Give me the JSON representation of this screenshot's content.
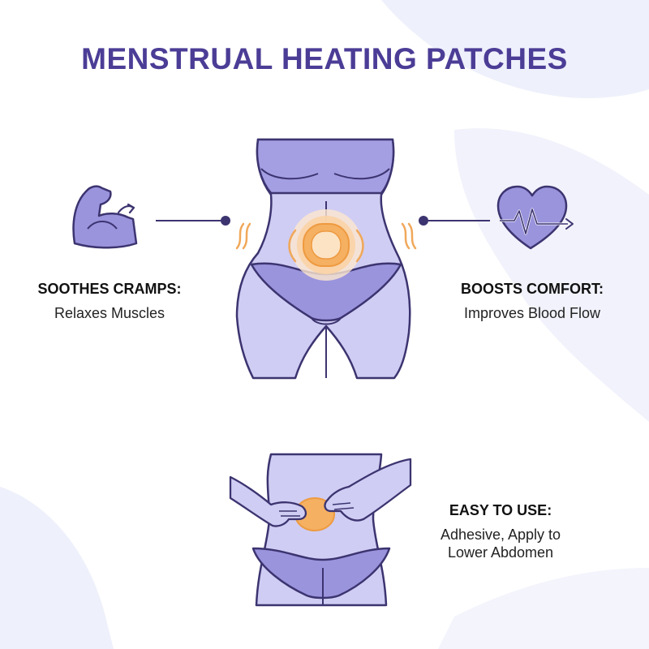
{
  "title": "MENSTRUAL HEATING PATCHES",
  "features": {
    "left": {
      "heading": "SOOTHES CRAMPS:",
      "desc": "Relaxes Muscles",
      "icon": "flexed-arm-icon"
    },
    "right": {
      "heading": "BOOSTS COMFORT:",
      "desc": "Improves Blood Flow",
      "icon": "heart-pulse-icon"
    },
    "bottom": {
      "heading": "EASY TO USE:",
      "desc_line1": "Adhesive, Apply to",
      "desc_line2": "Lower Abdomen"
    }
  },
  "colors": {
    "title": "#4b3d96",
    "body_fill": "#cfcdf3",
    "body_stroke": "#3c3470",
    "underwear": "#9a94dd",
    "patch": "#f5b062",
    "background_blob": "#eef0fb"
  }
}
